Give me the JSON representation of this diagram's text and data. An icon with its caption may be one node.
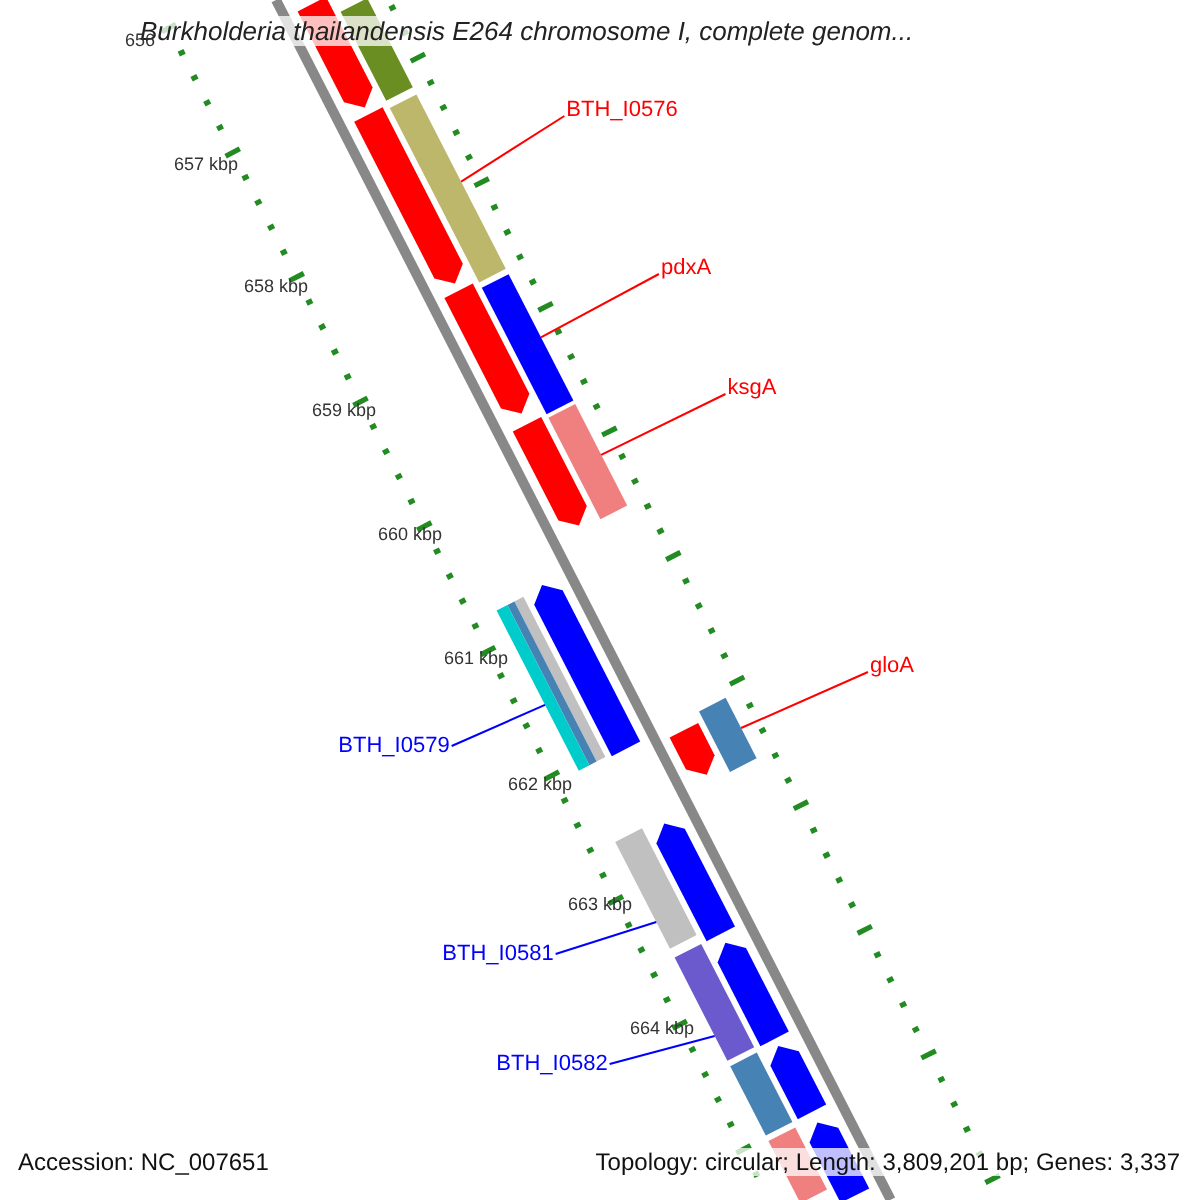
{
  "diagram": {
    "title": "Burkholderia thailandensis E264 chromosome I, complete genom...",
    "nodes": [
      {
        "text": [
          "BTH_I0576"
        ]
      },
      {
        "text": [
          "pdxA"
        ]
      },
      {
        "text": [
          "ksgA"
        ]
      },
      {
        "text": [
          "gloA"
        ]
      },
      {
        "text": [
          "BTH_I0579"
        ]
      },
      {
        "text": [
          "BTH_I0581"
        ]
      },
      {
        "text": [
          "BTH_I0582"
        ]
      },
      {
        "text": [],
        "shape": "pentagon"
      },
      {
        "text": [],
        "shape": "bar"
      },
      {
        "text": [],
        "shape": "pentagon"
      },
      {
        "text": [],
        "shape": "bar"
      },
      {
        "text": [],
        "shape": "pentagon"
      },
      {
        "text": [],
        "shape": "bar"
      },
      {
        "text": [],
        "shape": "pentagon"
      },
      {
        "text": [],
        "shape": "bar"
      },
      {
        "text": [],
        "shape": "pentagon"
      },
      {
        "text": [],
        "shape": "bar"
      },
      {
        "text": [],
        "shape": "bar"
      },
      {
        "text": [],
        "shape": "bar"
      },
      {
        "text": [],
        "shape": "bar"
      },
      {
        "text": [],
        "shape": "pentagon"
      },
      {
        "text": [],
        "shape": "bar"
      },
      {
        "text": [],
        "shape": "pentagon"
      },
      {
        "text": [],
        "shape": "bar"
      },
      {
        "text": [],
        "shape": "pentagon"
      },
      {
        "text": [],
        "shape": "bar"
      },
      {
        "text": [],
        "shape": "pentagon"
      },
      {
        "text": [],
        "shape": "bar"
      },
      {
        "text": [],
        "shape": "pentagon"
      }
    ],
    "edges": [
      {
        "from": 0,
        "to": 10,
        "arrow": "none"
      },
      {
        "from": 1,
        "to": 12,
        "arrow": "none"
      },
      {
        "from": 2,
        "to": 14,
        "arrow": "none"
      },
      {
        "from": 3,
        "to": 19,
        "arrow": "none"
      },
      {
        "from": 4,
        "to": 18,
        "arrow": "none",
        "color": "#0000ff"
      },
      {
        "from": 5,
        "to": 21,
        "arrow": "none",
        "color": "#0000ff"
      },
      {
        "from": 6,
        "to": 23,
        "arrow": "none",
        "color": "#0000ff"
      }
    ],
    "labels": [
      "656",
      "657 kbp",
      "658 kbp",
      "659 kbp",
      "660 kbp",
      "661 kbp",
      "662 kbp",
      "663 kbp",
      "664 kbp",
      "Accession: NC_007651",
      "Topology: circular; Length: 3,809,201 bp; Genes: 3,337"
    ]
  }
}
